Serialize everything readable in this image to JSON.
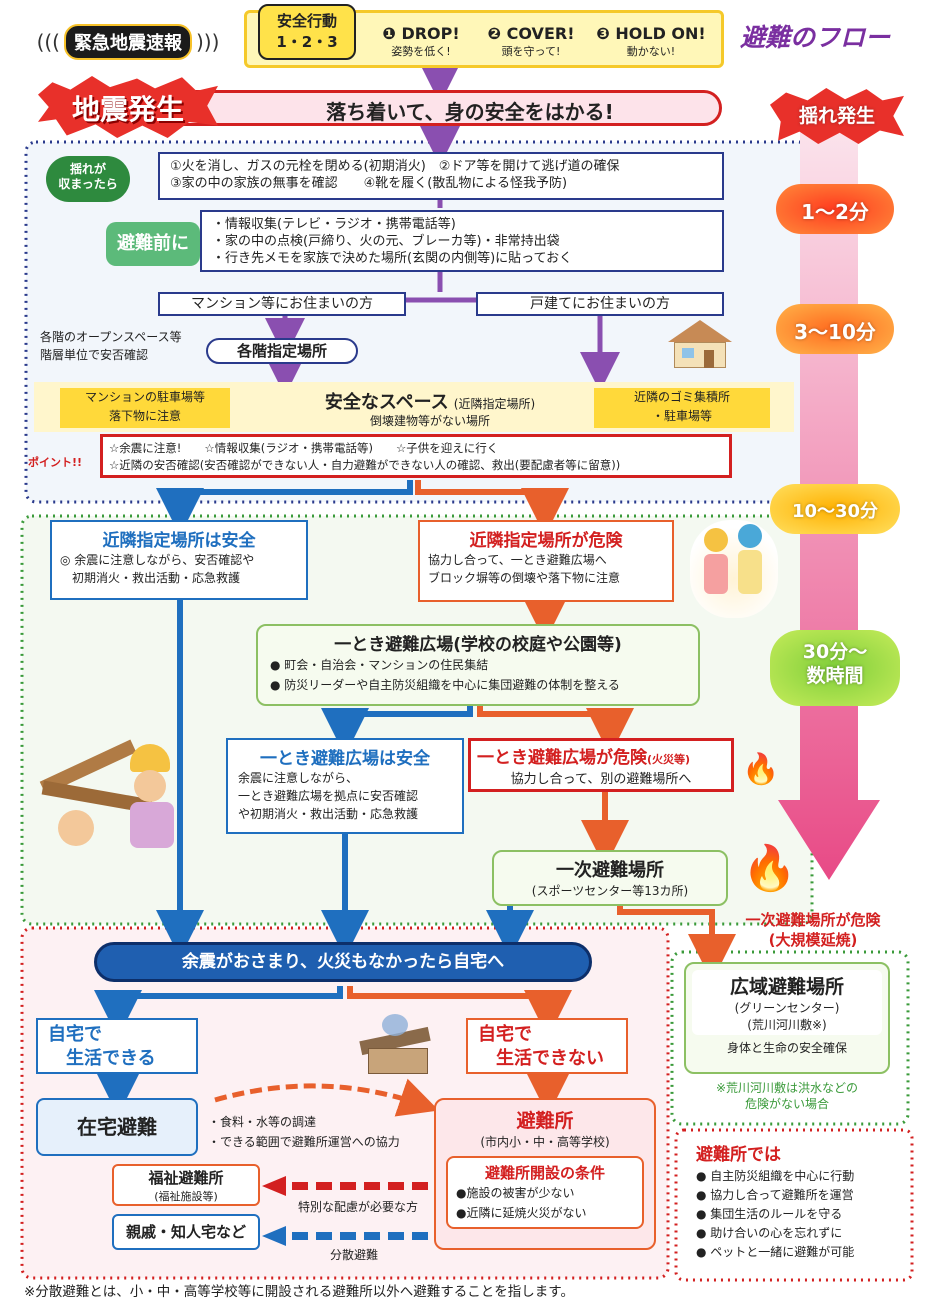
{
  "header": {
    "alert": "緊急地震速報",
    "safety_title": "安全行動",
    "safety_steps": "1・2・3",
    "drop": "DROP!",
    "drop_sub": "姿勢を低く!",
    "cover": "COVER!",
    "cover_sub": "頭を守って!",
    "hold": "HOLD ON!",
    "hold_sub": "動かない!",
    "flow_title": "避難のフロー"
  },
  "quake": {
    "title": "地震発生",
    "message": "落ち着いて、身の安全をはかる!"
  },
  "timeline": [
    "揺れ発生",
    "1～2分",
    "3～10分",
    "10～30分",
    "30分～\n数時間"
  ],
  "phase1": {
    "shake_stop": "揺れが\n収まったら",
    "actions": [
      "①火を消し、ガスの元栓を閉める(初期消火)　②ドア等を開けて逃げ道の確保",
      "③家の中の家族の無事を確認　　④靴を履く(散乱物による怪我予防)"
    ],
    "before_label": "避難前に",
    "before_items": [
      "・情報収集(テレビ・ラジオ・携帯電話等)",
      "・家の中の点検(戸締り、火の元、ブレーカ等)・非常持出袋",
      "・行き先メモを家族で決めた場所(玄関の内側等)に貼っておく"
    ],
    "mansion": "マンション等にお住まいの方",
    "house": "戸建てにお住まいの方",
    "floor_note": "各階のオープンスペース等\n階層単位で安否確認",
    "floor_place": "各階指定場所",
    "parking": "マンションの駐車場等\n落下物に注意",
    "safe_space": "安全なスペース",
    "safe_space_sub": "(近隣指定場所)",
    "safe_space_note": "倒壊建物等がない場所",
    "garbage": "近隣のゴミ集積所\n・駐車場等",
    "point_label": "ポイント!!",
    "points": [
      "☆余震に注意!　　☆情報収集(ラジオ・携帯電話等)　　☆子供を迎えに行く",
      "☆近隣の安否確認(安否確認ができない人・自力避難ができない人の確認、救出(要配慮者等に留意))"
    ]
  },
  "phase2": {
    "neighbor_safe": "近隣指定場所は安全",
    "neighbor_safe_text": "◎ 余震に注意しながら、安否確認や\n　初期消火・救出活動・応急救護",
    "neighbor_danger": "近隣指定場所が危険",
    "neighbor_danger_text": "協力し合って、一とき避難広場へ\nブロック塀等の倒壊や落下物に注意",
    "plaza": "一とき避難広場(学校の校庭や公園等)",
    "plaza_items": [
      "● 町会・自治会・マンションの住民集結",
      "● 防災リーダーや自主防災組織を中心に集団避難の体制を整える"
    ],
    "plaza_safe": "一とき避難広場は安全",
    "plaza_safe_text": "余震に注意しながら、\n一とき避難広場を拠点に安否確認\nや初期消火・救出活動・応急救護",
    "plaza_danger": "一とき避難広場が危険",
    "plaza_danger_note": "(火災等)",
    "plaza_danger_text": "協力し合って、別の避難場所へ",
    "primary": "一次避難場所",
    "primary_sub": "(スポーツセンター等13カ所)",
    "primary_danger": "一次避難場所が危険\n(大規模延焼)"
  },
  "phase3": {
    "home_banner": "余震がおさまり、火災もなかったら自宅へ",
    "can_live": "自宅で\n　生活できる",
    "cannot_live": "自宅で\n　生活できない",
    "home_shelter": "在宅避難",
    "home_notes": "・食料・水等の調達\n・できる範囲で避難所運営への協力",
    "shelter": "避難所",
    "shelter_sub": "(市内小・中・高等学校)",
    "conditions_title": "避難所開設の条件",
    "conditions": [
      "●施設の被害が少ない",
      "●近隣に延焼火災がない"
    ],
    "welfare": "福祉避難所",
    "welfare_sub": "(福祉施設等)",
    "special_care": "特別な配慮が必要な方",
    "relatives": "親戚・知人宅など",
    "dispersed": "分散避難"
  },
  "wide_area": {
    "title": "広域避難場所",
    "sub1": "(グリーンセンター)",
    "sub2": "(荒川河川敷※)",
    "note": "身体と生命の安全確保",
    "footnote": "※荒川河川敷は洪水などの\n危険がない場合"
  },
  "shelter_rules": {
    "title": "避難所では",
    "items": [
      "● 自主防災組織を中心に行動",
      "● 協力し合って避難所を運営",
      "● 集団生活のルールを守る",
      "● 助け合いの心を忘れずに",
      "● ペットと一緒に避難が可能"
    ]
  },
  "footer": "※分散避難とは、小・中・高等学校等に開設される避難所以外へ避難することを指します。",
  "colors": {
    "navy": "#2a3a8c",
    "blue": "#1f6fbf",
    "red": "#d32020",
    "orange": "#e8602c",
    "green": "#3a9a3a",
    "purple": "#8a4fb0",
    "pink": "#e8407a"
  }
}
